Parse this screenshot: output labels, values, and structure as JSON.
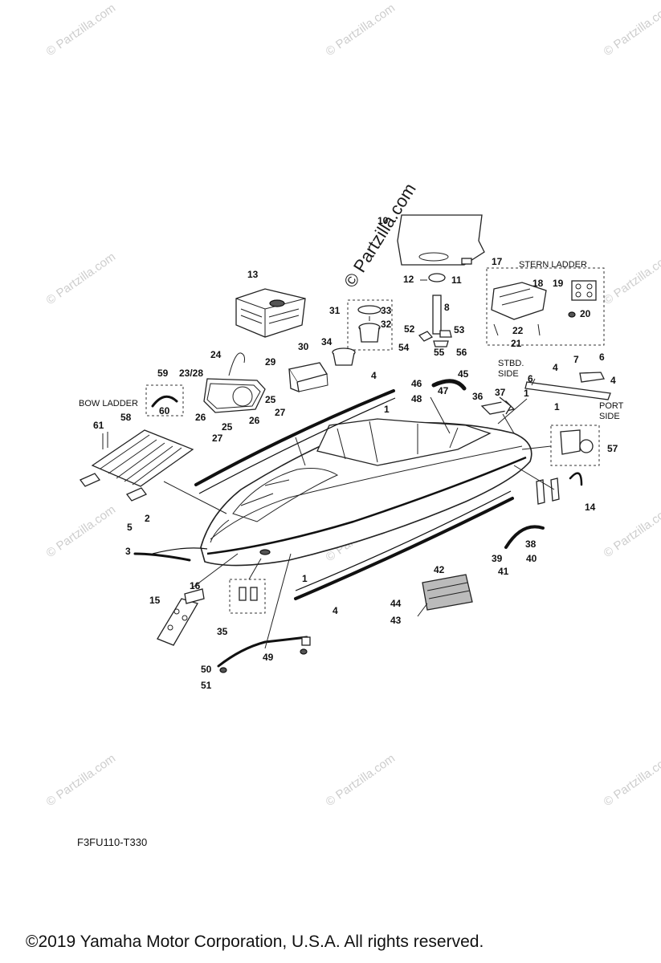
{
  "watermark": {
    "main": "© Partzilla.com",
    "tile": "© Partzilla.com"
  },
  "labels": {
    "stern_ladder": "STERN LADDER",
    "bow_ladder": "BOW LADDER",
    "stbd_side": "STBD.",
    "stbd_side_2": "SIDE",
    "port_side": "PORT",
    "port_side_2": "SIDE"
  },
  "callouts": {
    "c1a": "1",
    "c1b": "1",
    "c1c": "1",
    "c2": "2",
    "c3": "3",
    "c4a": "4",
    "c4b": "4",
    "c4c": "4",
    "c5": "5",
    "c6a": "6",
    "c6b": "6",
    "c7": "7",
    "c8": "8",
    "c10": "10",
    "c11": "11",
    "c12": "12",
    "c13": "13",
    "c14": "14",
    "c15": "15",
    "c16": "16",
    "c17": "17",
    "c18": "18",
    "c19": "19",
    "c20": "20",
    "c21": "21",
    "c22": "22",
    "c23_28": "23/28",
    "c24": "24",
    "c25a": "25",
    "c25b": "25",
    "c26a": "26",
    "c26b": "26",
    "c27a": "27",
    "c27b": "27",
    "c29": "29",
    "c30": "30",
    "c31": "31",
    "c32": "32",
    "c33": "33",
    "c34": "34",
    "c35": "35",
    "c36": "36",
    "c37": "37",
    "c38": "38",
    "c39": "39",
    "c40": "40",
    "c41": "41",
    "c42": "42",
    "c43": "43",
    "c44": "44",
    "c45": "45",
    "c46": "46",
    "c47": "47",
    "c48": "48",
    "c49": "49",
    "c50": "50",
    "c51": "51",
    "c52": "52",
    "c53": "53",
    "c54": "54",
    "c55": "55",
    "c56": "56",
    "c57": "57",
    "c58": "58",
    "c59": "59",
    "c60": "60",
    "c61": "61"
  },
  "figure_code": "F3FU110-T330",
  "copyright": "©2019  Yamaha Motor Corporation, U.S.A. All rights reserved."
}
